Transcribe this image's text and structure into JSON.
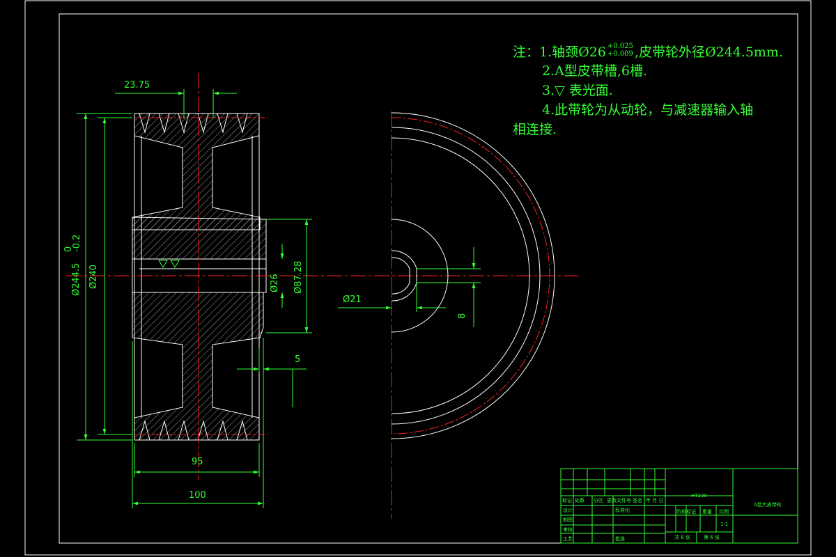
{
  "notes": {
    "line1_prefix": "注：1.轴颈Ø26",
    "line1_tol_upper": "+0.025",
    "line1_tol_lower": "+0.009",
    "line1_suffix": ",皮带轮外径Ø244.5mm.",
    "line2": "2.A型皮带槽,6槽.",
    "line3": "3.▽ 表光面.",
    "line4": "4.此带轮为从动轮，与减速器输入轴",
    "line5": "相连接."
  },
  "dimensions": {
    "groove_pitch": "23.75",
    "outer_diameter": "Ø244.5",
    "outer_diameter_tol": "0",
    "outer_diameter_tol_lower": "-0.2",
    "groove_diameter": "Ø240",
    "bore": "Ø26",
    "hub": "Ø87.28",
    "offset": "5",
    "groove_width": "95",
    "total_width": "100",
    "key_bore": "Ø21",
    "keyway": "8"
  },
  "title_block": {
    "scale_header": "比例",
    "scale_value": "1:1",
    "weight_header": "重量",
    "stage_header": "阶段标记",
    "sheets": "共 6 张",
    "sheet_no": "第 6 张",
    "part_name": "A型大皮带轮",
    "material": "HT200",
    "header_row": [
      "标记",
      "处数",
      "分区",
      "更改文件号",
      "签名",
      "年 月 日"
    ],
    "left_rows": [
      "设计",
      "制图",
      "审核",
      "工艺"
    ],
    "standard": "标准化",
    "approve": "批准"
  },
  "colors": {
    "background": "#000000",
    "lines": "#ffffff",
    "dimension": "#33ff33",
    "centerline": "#ff2020",
    "frame": "#ffffff",
    "titleblock": "#33ff33"
  }
}
